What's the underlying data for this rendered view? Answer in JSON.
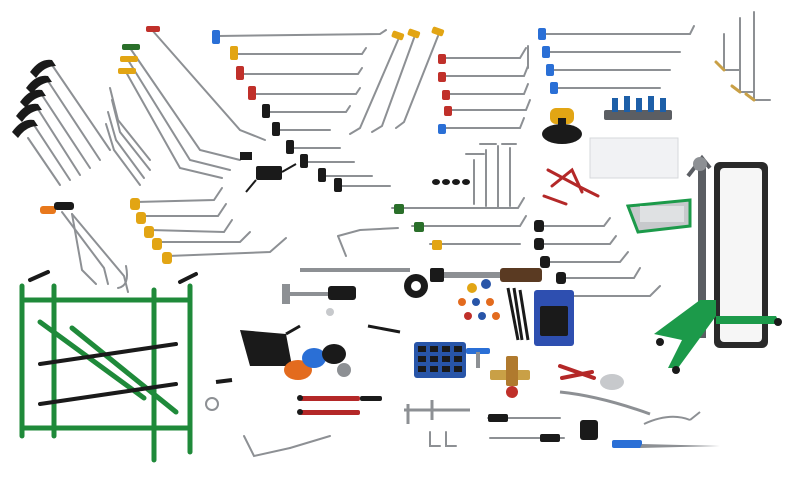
{
  "scene": {
    "background": "#ffffff",
    "colors": {
      "steel": "#8d9094",
      "steel_dark": "#5b5e63",
      "frame_green": "#1f8a3a",
      "tray_green": "#1c9a4a",
      "black": "#1a1a1a",
      "handle_yellow": "#e2a514",
      "handle_orange": "#e8781c",
      "tip_blue": "#2a6fd6",
      "tip_red": "#c0302a",
      "puller_red": "#b42828",
      "knockdown_blue": "#1d5fa8",
      "glue_tab_orange": "#e36b1e",
      "glue_tab_blue": "#2855a8",
      "silver": "#c7c9cc",
      "board_white": "#f1f2f4",
      "reflector_frame": "#2a2a2a",
      "brass": "#c9a046"
    },
    "items": [
      "stand-with-reflector-board",
      "black-handle-hooks",
      "green-folding-stand",
      "yellow-handle-rods",
      "orange-handle-rods",
      "long-steel-rods",
      "blue-tip-rods",
      "brass-wire-tools",
      "suction-cup",
      "knockdown-set",
      "tap-down-tools",
      "glue-gun",
      "glue-tabs",
      "glue-tab-case",
      "slide-hammer",
      "mini-lifter",
      "t-bar-puller",
      "reflector-pad",
      "lamp-adapter"
    ]
  }
}
